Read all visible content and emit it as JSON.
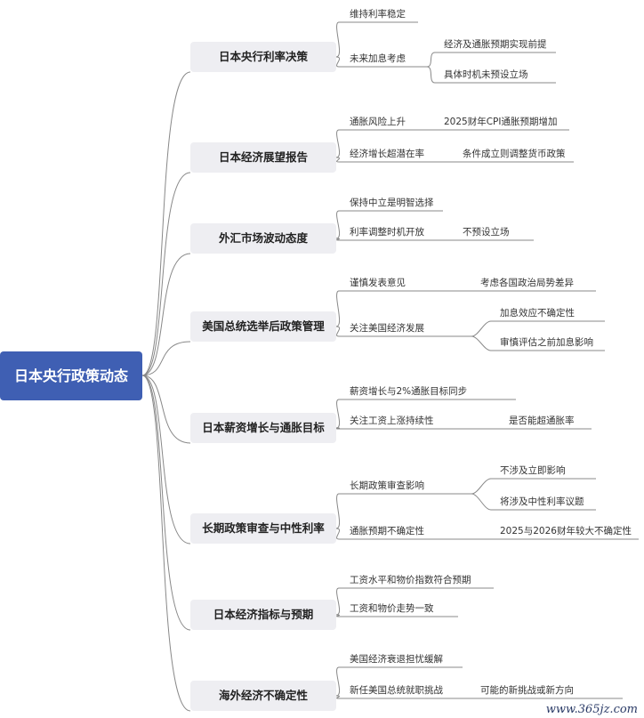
{
  "root": {
    "label": "日本央行政策动态"
  },
  "branches": [
    {
      "label": "日本央行利率决策",
      "children": [
        {
          "label": "维持利率稳定",
          "children": []
        },
        {
          "label": "未来加息考虑",
          "children": [
            {
              "label": "经济及通胀预期实现前提"
            },
            {
              "label": "具体时机未预设立场"
            }
          ]
        }
      ]
    },
    {
      "label": "日本经济展望报告",
      "children": [
        {
          "label": "通胀风险上升",
          "children": [
            {
              "label": "2025财年CPI通胀预期增加"
            }
          ]
        },
        {
          "label": "经济增长超潜在率",
          "children": [
            {
              "label": "条件成立则调整货币政策"
            }
          ]
        }
      ]
    },
    {
      "label": "外汇市场波动态度",
      "children": [
        {
          "label": "保持中立是明智选择",
          "children": []
        },
        {
          "label": "利率调整时机开放",
          "children": [
            {
              "label": "不预设立场"
            }
          ]
        }
      ]
    },
    {
      "label": "美国总统选举后政策管理",
      "children": [
        {
          "label": "谨慎发表意见",
          "children": [
            {
              "label": "考虑各国政治局势差异"
            }
          ]
        },
        {
          "label": "关注美国经济发展",
          "children": [
            {
              "label": "加息效应不确定性"
            },
            {
              "label": "审慎评估之前加息影响"
            }
          ]
        }
      ]
    },
    {
      "label": "日本薪资增长与通胀目标",
      "children": [
        {
          "label": "薪资增长与2%通胀目标同步",
          "children": []
        },
        {
          "label": "关注工资上涨持续性",
          "children": [
            {
              "label": "是否能超通胀率"
            }
          ]
        }
      ]
    },
    {
      "label": "长期政策审查与中性利率",
      "children": [
        {
          "label": "长期政策审查影响",
          "children": [
            {
              "label": "不涉及立即影响"
            },
            {
              "label": "将涉及中性利率议题"
            }
          ]
        },
        {
          "label": "通胀预期不确定性",
          "children": [
            {
              "label": "2025与2026财年较大不确定性"
            }
          ]
        }
      ]
    },
    {
      "label": "日本经济指标与预期",
      "children": [
        {
          "label": "工资水平和物价指数符合预期",
          "children": []
        },
        {
          "label": "工资和物价走势一致",
          "children": []
        }
      ]
    },
    {
      "label": "海外经济不确定性",
      "children": [
        {
          "label": "美国经济衰退担忧缓解",
          "children": []
        },
        {
          "label": "新任美国总统就职挑战",
          "children": [
            {
              "label": "可能的新挑战或新方向"
            }
          ]
        }
      ]
    }
  ],
  "watermark": "www.365jz.com",
  "colors": {
    "root": "#3f5fb3",
    "branch_bg": "#eeeef2",
    "line": "#888888"
  }
}
